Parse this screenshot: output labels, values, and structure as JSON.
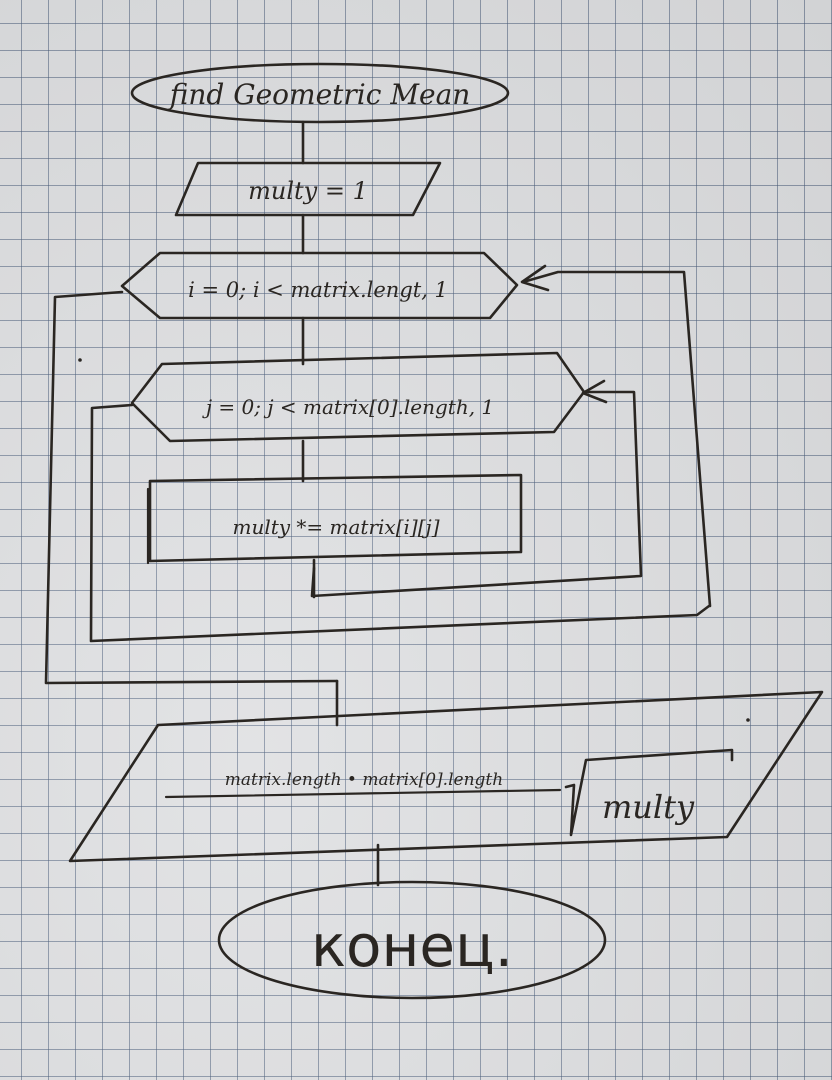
{
  "flowchart": {
    "start_label": "find Geometric Mean",
    "init_label": "multy = 1",
    "outer_loop_label": "i = 0; i < matrix.lengt, 1",
    "inner_loop_label": "j = 0; j < matrix[0].length, 1",
    "body_label": "multy *= matrix[i][j]",
    "output_index": "matrix.length • matrix[0].length",
    "output_radicand": "multy",
    "end_label": "конец."
  },
  "colors": {
    "paper": "#dfe0e2",
    "grid": "#465a78",
    "ink": "#2a2622"
  }
}
